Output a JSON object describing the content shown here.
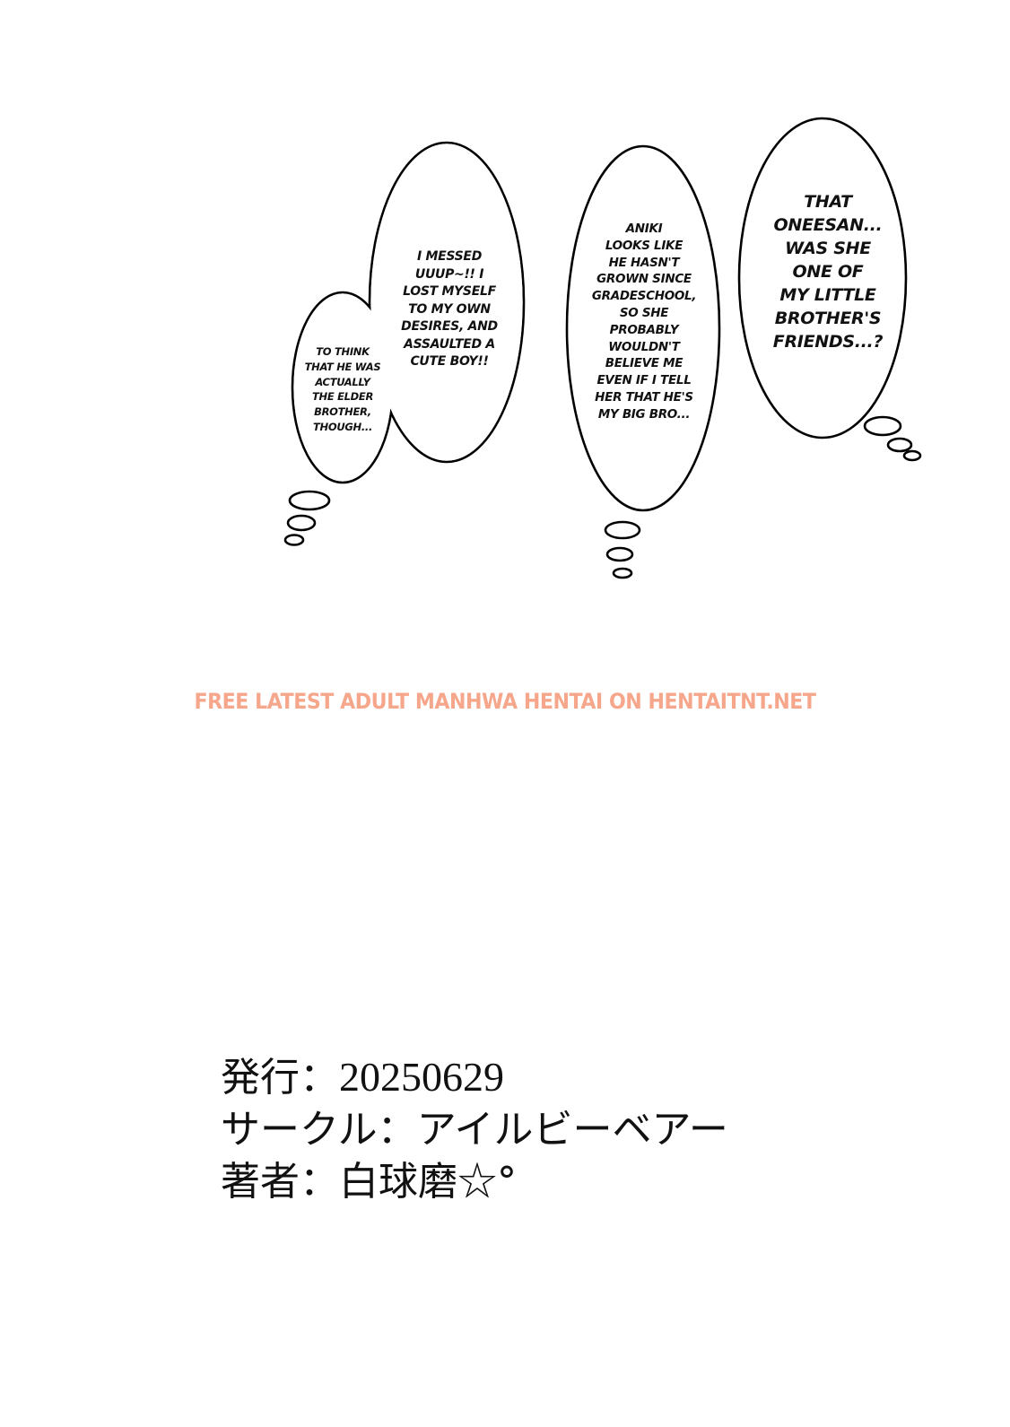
{
  "page": {
    "background": "#ffffff"
  },
  "bubbles": [
    {
      "id": "left-small",
      "text": "To think\nthat he was\nactually\nthe elder\nbrother,\nthough..."
    },
    {
      "id": "center-left",
      "text": "I messed\nuuup~!! I\nlost myself\nto my own\ndesires, and\nassaulted a\ncute boy!!"
    },
    {
      "id": "center",
      "text": "Aniki\nlooks like\nhe hasn't\ngrown since\ngradeschool,\nso she\nprobably\nwouldn't\nbelieve me\neven if I tell\nher that he's\nmy big bro..."
    },
    {
      "id": "right",
      "text": "That\noneesan...\nwas she\none of\nmy little\nbrother's\nfriends...?"
    }
  ],
  "watermark": {
    "text": "FREE LATEST ADULT MANHWA HENTAI ON HENTAITNT.NET",
    "color": "#f6a68a"
  },
  "colophon": {
    "issue_label": "発行：",
    "issue_date": "20250629",
    "circle_label": "サークル：",
    "circle_name": "アイルビーベアー",
    "author_label": "著者：",
    "author_name": "白球磨☆°"
  }
}
